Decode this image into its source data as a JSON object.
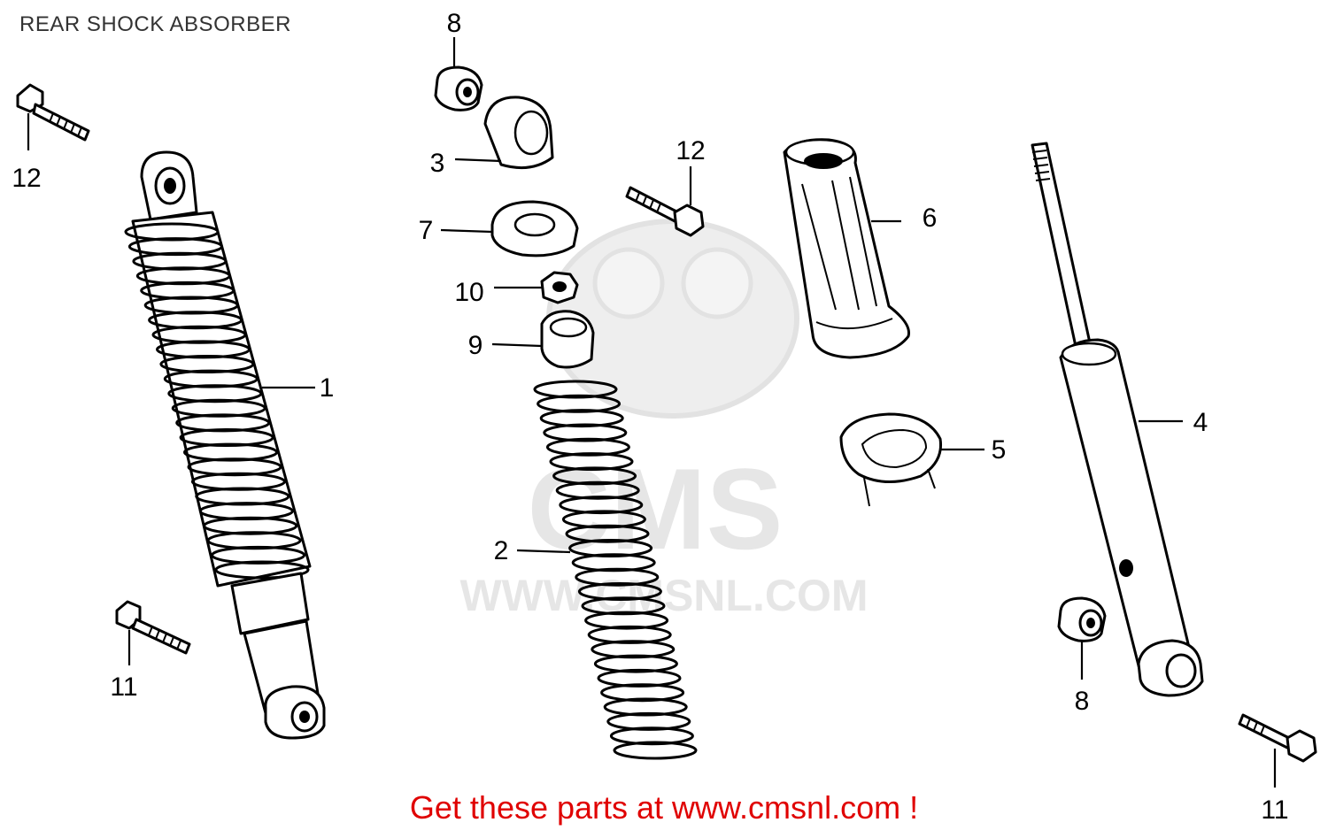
{
  "title": "REAR SHOCK ABSORBER",
  "footer": "Get these parts at www.cmsnl.com !",
  "watermark": {
    "logo_text": "CMS",
    "url_text": "WWW.CMSNL.COM"
  },
  "callouts": [
    "12",
    "8",
    "3",
    "12",
    "7",
    "6",
    "10",
    "9",
    "1",
    "4",
    "5",
    "2",
    "11",
    "8",
    "11"
  ],
  "colors": {
    "footer_text": "#e00000",
    "title_text": "#333333",
    "watermark": "#e6e6e6"
  }
}
